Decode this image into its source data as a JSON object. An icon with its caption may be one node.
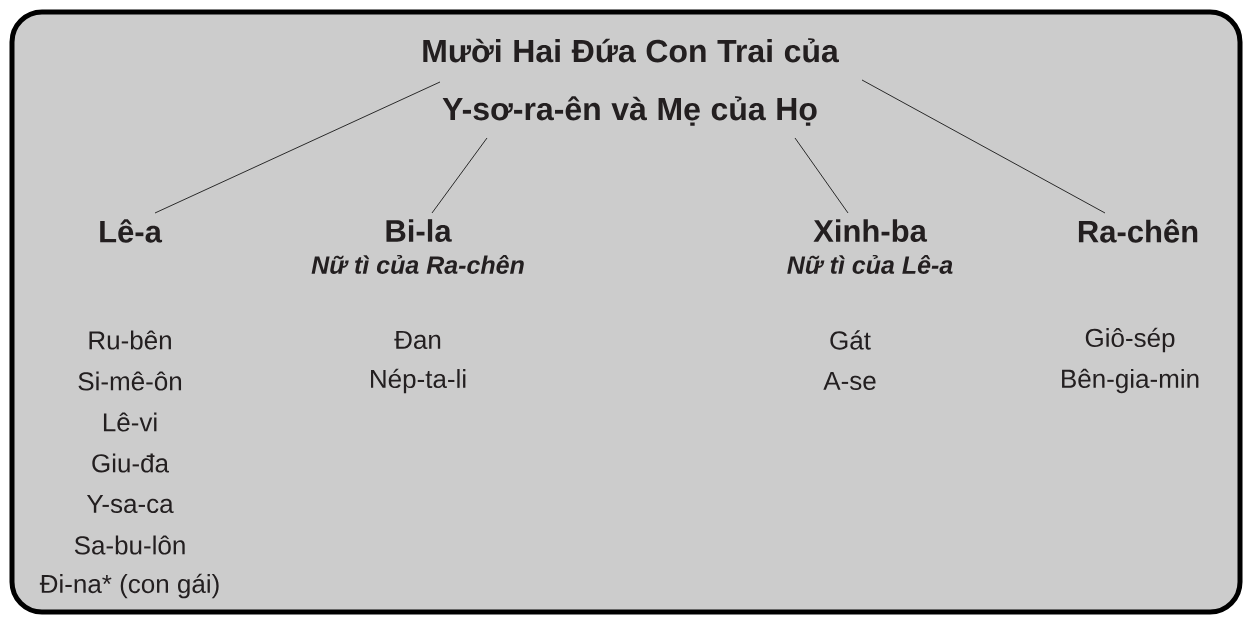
{
  "diagram": {
    "nodes": [
      {
        "text": [
          "Mười Hai Đứa Con Trai của Y-sơ-ra-ên và Mẹ của Họ"
        ]
      },
      {
        "text": [
          "Lê-a"
        ],
        "beside": [
          "Ru-bên",
          "Si-mê-ôn",
          "Lê-vi",
          "Giu-đa",
          "Y-sa-ca",
          "Sa-bu-lôn",
          "Đi-na* (con gái)"
        ]
      },
      {
        "text": [
          "Bi-la",
          "Nữ tì của Ra-chên"
        ],
        "beside": [
          "Đan",
          "Nép-ta-li"
        ]
      },
      {
        "text": [
          "Xinh-ba",
          "Nữ tì của Lê-a"
        ],
        "beside": [
          "Gát",
          "A-se"
        ]
      },
      {
        "text": [
          "Ra-chên"
        ],
        "beside": [
          "Giô-sép",
          "Bên-gia-min"
        ]
      }
    ],
    "edges": [
      {
        "from": 0,
        "to": 1,
        "arrow": "none"
      },
      {
        "from": 0,
        "to": 2,
        "arrow": "none"
      },
      {
        "from": 0,
        "to": 3,
        "arrow": "none"
      },
      {
        "from": 0,
        "to": 4,
        "arrow": "none"
      }
    ]
  }
}
